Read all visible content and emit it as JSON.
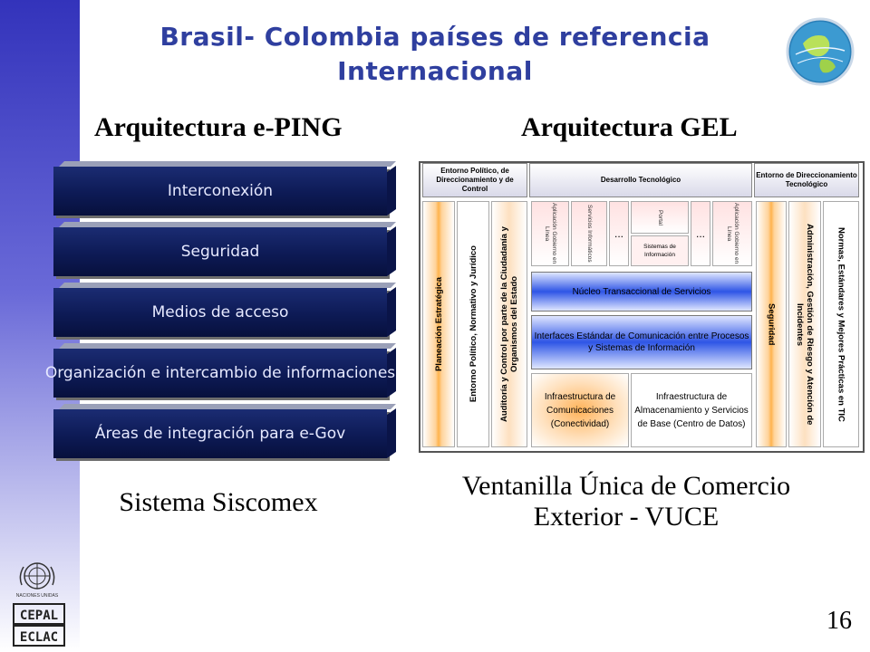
{
  "slide": {
    "title_line1": "Brasil- Colombia países de referencia",
    "title_line2": "Internacional",
    "page_number": "16"
  },
  "left": {
    "heading": "Arquitectura e-PING",
    "layers": [
      "Interconexión",
      "Seguridad",
      "Medios de acceso",
      "Organización e intercambio de informaciones",
      "Áreas de integración para e-Gov"
    ],
    "caption": "Sistema Siscomex"
  },
  "right": {
    "heading": "Arquitectura GEL",
    "header_left": "Entorno Político, de Direccionamiento y de Control",
    "header_center": "Desarrollo Tecnológico",
    "header_right": "Entorno de Direccionamiento Tecnológico",
    "col_planeacion": "Planeación Estratégica",
    "col_entorno": "Entorno Político, Normativo y Jurídico",
    "col_auditoria": "Auditoría y Control por parte de la Ciudadanía y Organismos del Estado",
    "app1": "Aplicación Gobierno en Línea",
    "servicios": "Servicios Informáticos",
    "dots": "...",
    "portal": "Portal",
    "sistemas": "Sistemas de Información",
    "app2": "Aplicación Gobierno en Línea",
    "nucleo": "Núcleo Transaccional de Servicios",
    "interfaces": "Interfaces Estándar de Comunicación entre Procesos y Sistemas de Información",
    "infra_com": "Infraestructura de Comunicaciones (Conectividad)",
    "infra_alm": "Infraestructura de Almacenamiento y Servicios de Base (Centro de Datos)",
    "col_seguridad": "Seguridad",
    "col_admin": "Administración, Gestión de Riesgo y Atención de Incidentes",
    "col_normas": "Normas, Estándares y Mejores Prácticas en TIC",
    "caption_line1": "Ventanilla Única de Comercio",
    "caption_line2": "Exterior - VUCE"
  },
  "logos": {
    "un_text": "NACIONES UNIDAS",
    "cepal": "CEPAL",
    "eclac": "ECLAC"
  }
}
